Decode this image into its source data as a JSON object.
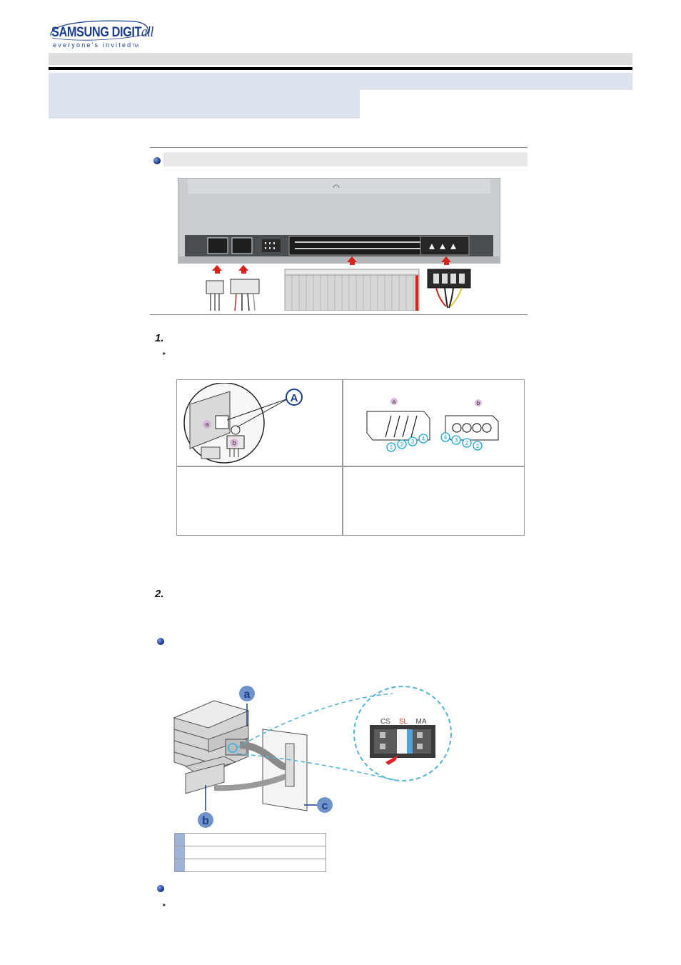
{
  "header": {
    "brand_main": "SAMSUNG DIGIT",
    "brand_all": "all",
    "tagline": "everyone's invited",
    "tm": "TM",
    "brand_color": "#1a3d8f",
    "banner_color": "#dde3ec"
  },
  "section1": {
    "bullet_icon": "blue-sphere-bullet"
  },
  "step1": {
    "number": "1.",
    "note_icon": "small-triangle-bullet"
  },
  "connector_table": {
    "left_callout": "A",
    "left_labels": [
      "a",
      "b"
    ],
    "right_labels": [
      "a",
      "b"
    ],
    "pins_a": [
      "1",
      "2",
      "3",
      "4"
    ],
    "pins_b": [
      "4",
      "3",
      "2",
      "1"
    ],
    "pin_color": "#1aa3d6"
  },
  "step2": {
    "number": "2."
  },
  "install_figure": {
    "callouts": [
      "a",
      "b",
      "c"
    ],
    "jumper_labels": [
      "CS",
      "SL",
      "MA"
    ],
    "jumper_selected": "SL",
    "selected_color": "#d83a2a",
    "arrow_color": "#e0202a"
  },
  "legend": {
    "rows": [
      "",
      "",
      ""
    ]
  }
}
